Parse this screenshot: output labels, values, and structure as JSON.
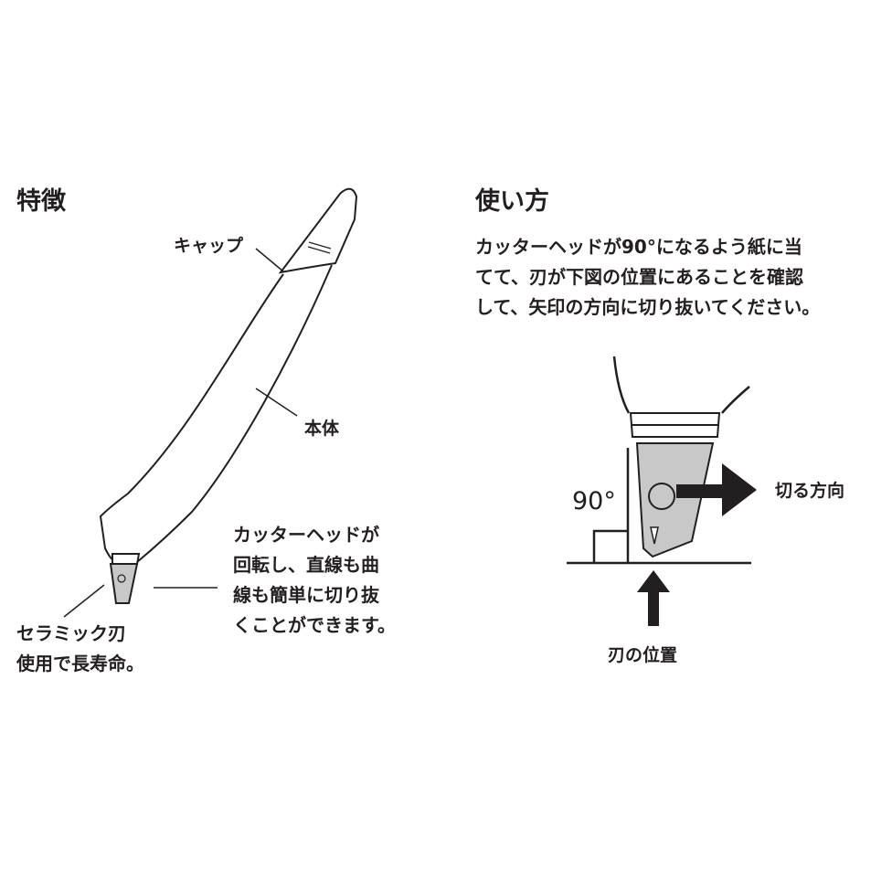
{
  "features": {
    "heading": "特徴",
    "cap_label": "キャップ",
    "body_label": "本体",
    "head_note": [
      "カッターヘッドが",
      "回転し、直線も曲",
      "線も簡単に切り抜",
      "くことができます。"
    ],
    "ceramic_note": [
      "セラミック刃",
      "使用で長寿命。"
    ]
  },
  "usage": {
    "heading": "使い方",
    "instructions": [
      "カッターヘッドが90°になるよう紙に当",
      "てて、刃が下図の位置にあることを確認",
      "して、矢印の方向に切り抜いてください。"
    ],
    "angle_label": "90°",
    "direction_label": "切る方向",
    "blade_position_label": "刃の位置"
  },
  "colors": {
    "line": "#231f20",
    "blade_fill": "#c8c8c8"
  }
}
